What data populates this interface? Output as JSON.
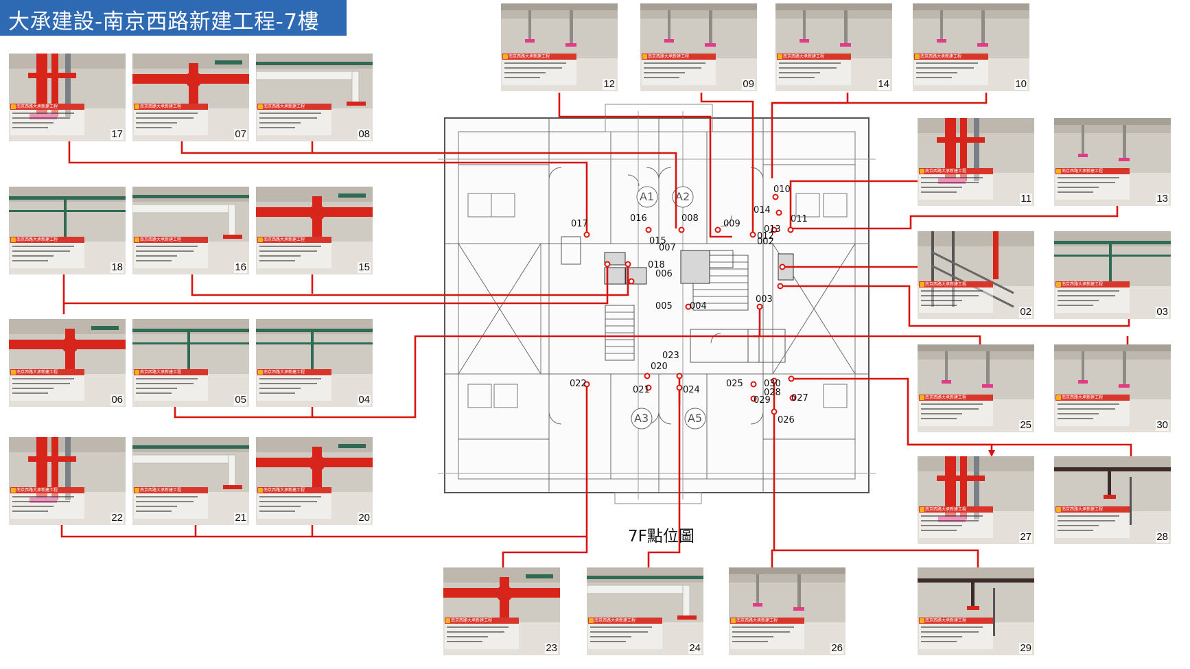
{
  "title": "大承建設-南京西路新建工程-7樓",
  "plan_caption": "7F點位圖",
  "stamp_title": "南京西路大承新建工程",
  "colors": {
    "title_bg": "#2e69b3",
    "line": "#d9140e",
    "pipe_red": "#d8251c",
    "pipe_green": "#2f6a55",
    "pipe_white": "#f1f1ee",
    "stamp": "#d9362b"
  },
  "rooms": [
    "A1",
    "A2",
    "A3",
    "A5"
  ],
  "points": [
    "002",
    "003",
    "004",
    "005",
    "006",
    "007",
    "008",
    "009",
    "010",
    "011",
    "012",
    "013",
    "014",
    "015",
    "016",
    "017",
    "018",
    "020",
    "021",
    "022",
    "023",
    "024",
    "025",
    "026",
    "027",
    "028",
    "029",
    "030"
  ],
  "photos": [
    {
      "num": "17",
      "scene": "red-vertical"
    },
    {
      "num": "07",
      "scene": "red-horizontal"
    },
    {
      "num": "08",
      "scene": "white-horizontal"
    },
    {
      "num": "18",
      "scene": "green-horizontal"
    },
    {
      "num": "16",
      "scene": "white-horizontal"
    },
    {
      "num": "15",
      "scene": "red-horizontal"
    },
    {
      "num": "06",
      "scene": "red-horizontal"
    },
    {
      "num": "05",
      "scene": "green-horizontal"
    },
    {
      "num": "04",
      "scene": "green-horizontal"
    },
    {
      "num": "22",
      "scene": "red-vertical"
    },
    {
      "num": "21",
      "scene": "white-horizontal"
    },
    {
      "num": "20",
      "scene": "red-horizontal"
    },
    {
      "num": "12",
      "scene": "ceiling"
    },
    {
      "num": "09",
      "scene": "ceiling"
    },
    {
      "num": "14",
      "scene": "ceiling"
    },
    {
      "num": "10",
      "scene": "ceiling"
    },
    {
      "num": "11",
      "scene": "red-vertical"
    },
    {
      "num": "13",
      "scene": "ceiling"
    },
    {
      "num": "02",
      "scene": "stair"
    },
    {
      "num": "03",
      "scene": "green-horizontal"
    },
    {
      "num": "25",
      "scene": "ceiling"
    },
    {
      "num": "30",
      "scene": "ceiling"
    },
    {
      "num": "27",
      "scene": "red-vertical"
    },
    {
      "num": "28",
      "scene": "dark-horizontal"
    },
    {
      "num": "23",
      "scene": "red-horizontal"
    },
    {
      "num": "24",
      "scene": "white-horizontal"
    },
    {
      "num": "26",
      "scene": "ceiling"
    },
    {
      "num": "29",
      "scene": "dark-horizontal"
    }
  ]
}
